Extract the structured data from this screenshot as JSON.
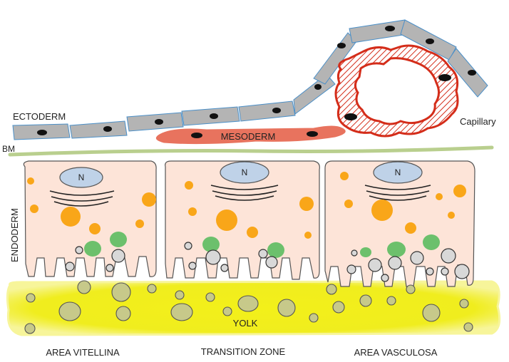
{
  "labels": {
    "ectoderm": "ECTODERM",
    "mesoderm": "MESODERM",
    "capillary": "Capillary",
    "bm": "BM",
    "endoderm": "ENDODERM",
    "nucleus": "N",
    "yolk": "YOLK",
    "area_vitellina": "AREA VITELLINA",
    "transition_zone": "TRANSITION ZONE",
    "area_vasculosa": "AREA VASCULOSA"
  },
  "colors": {
    "ectoderm_fill": "#b4b4b4",
    "ectoderm_stroke": "#4a8fc8",
    "mesoderm_fill": "#e8735e",
    "capillary_red": "#d42d1a",
    "bm_green": "#b9cf8e",
    "endoderm_fill": "#fde4d8",
    "nucleus_fill": "#bfd2e8",
    "lipid_orange": "#f9a619",
    "vesicle_green": "#6cc06c",
    "yolk_yellow": "#f0ed1e",
    "yolk_granule": "#c7c98a"
  }
}
